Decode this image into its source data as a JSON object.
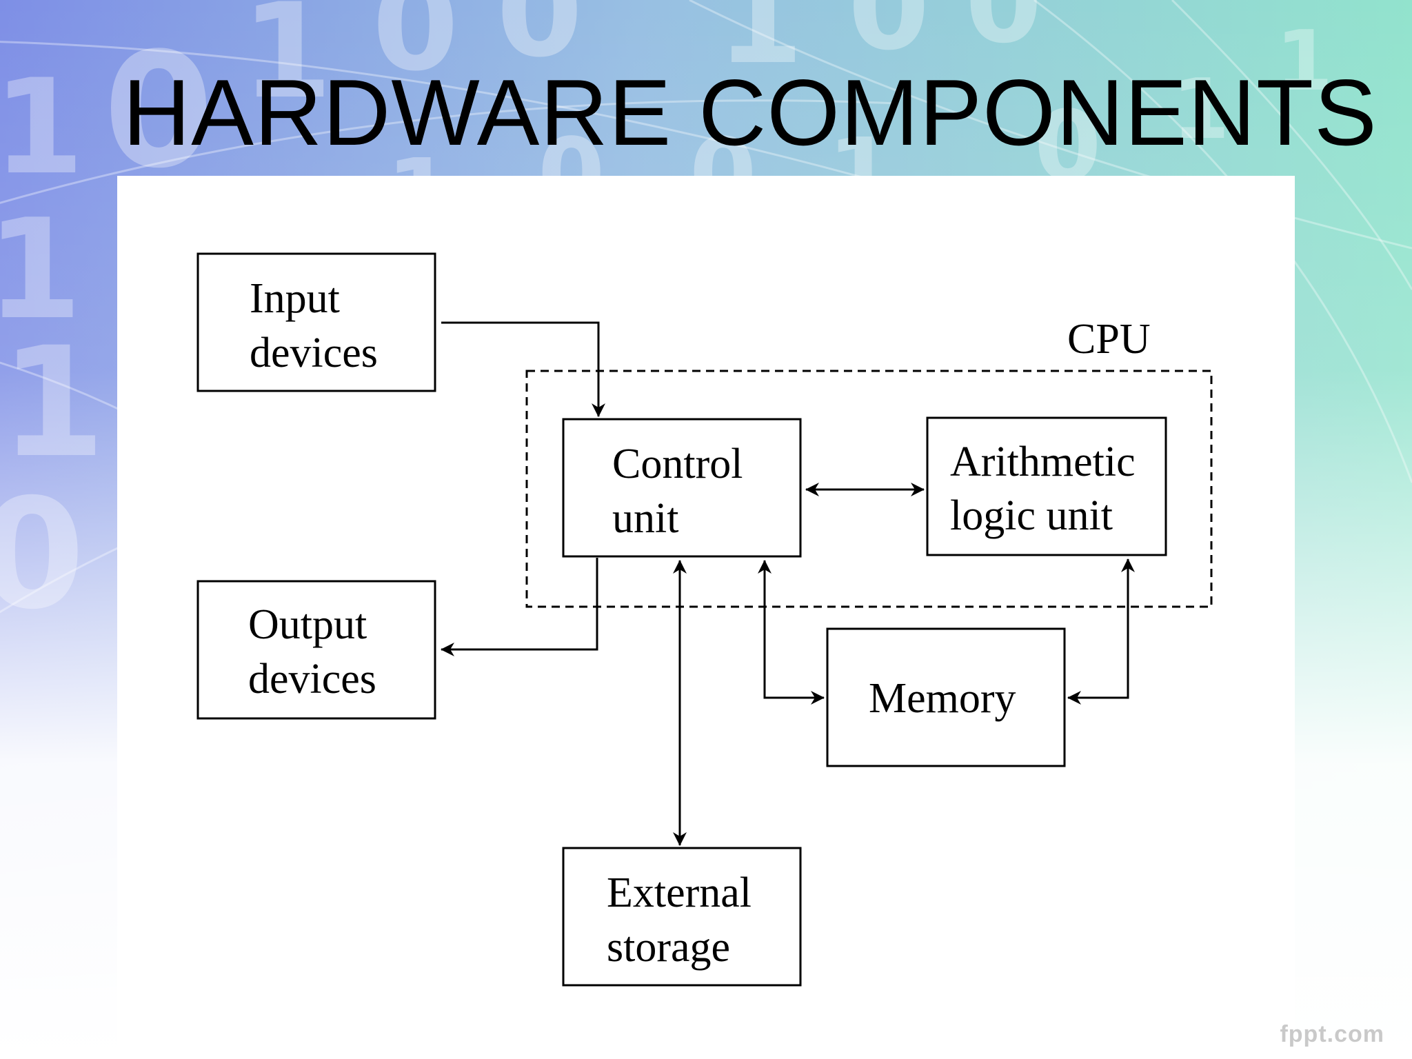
{
  "slide": {
    "title": "HARDWARE COMPONENTS",
    "background_digits": [
      "1",
      "0",
      "1",
      "0",
      "0",
      "1",
      "0",
      "0",
      "1",
      "1",
      "0",
      "1",
      "0",
      "0",
      "1",
      "0",
      "1",
      "1"
    ],
    "watermark": "fppt.com"
  },
  "diagram": {
    "cpu_label": "CPU",
    "boxes": {
      "input_devices": {
        "line1": "Input",
        "line2": "devices"
      },
      "output_devices": {
        "line1": "Output",
        "line2": "devices"
      },
      "control_unit": {
        "line1": "Control",
        "line2": "unit"
      },
      "alu": {
        "line1": "Arithmetic",
        "line2": "logic unit"
      },
      "memory": {
        "line1": "Memory"
      },
      "external_storage": {
        "line1": "External",
        "line2": "storage"
      }
    }
  },
  "colors": {
    "background_top_left": "#7f92e6",
    "background_top_right": "#8fe0cf",
    "background_bottom": "#ffffff",
    "diagram_stroke": "#000000"
  }
}
